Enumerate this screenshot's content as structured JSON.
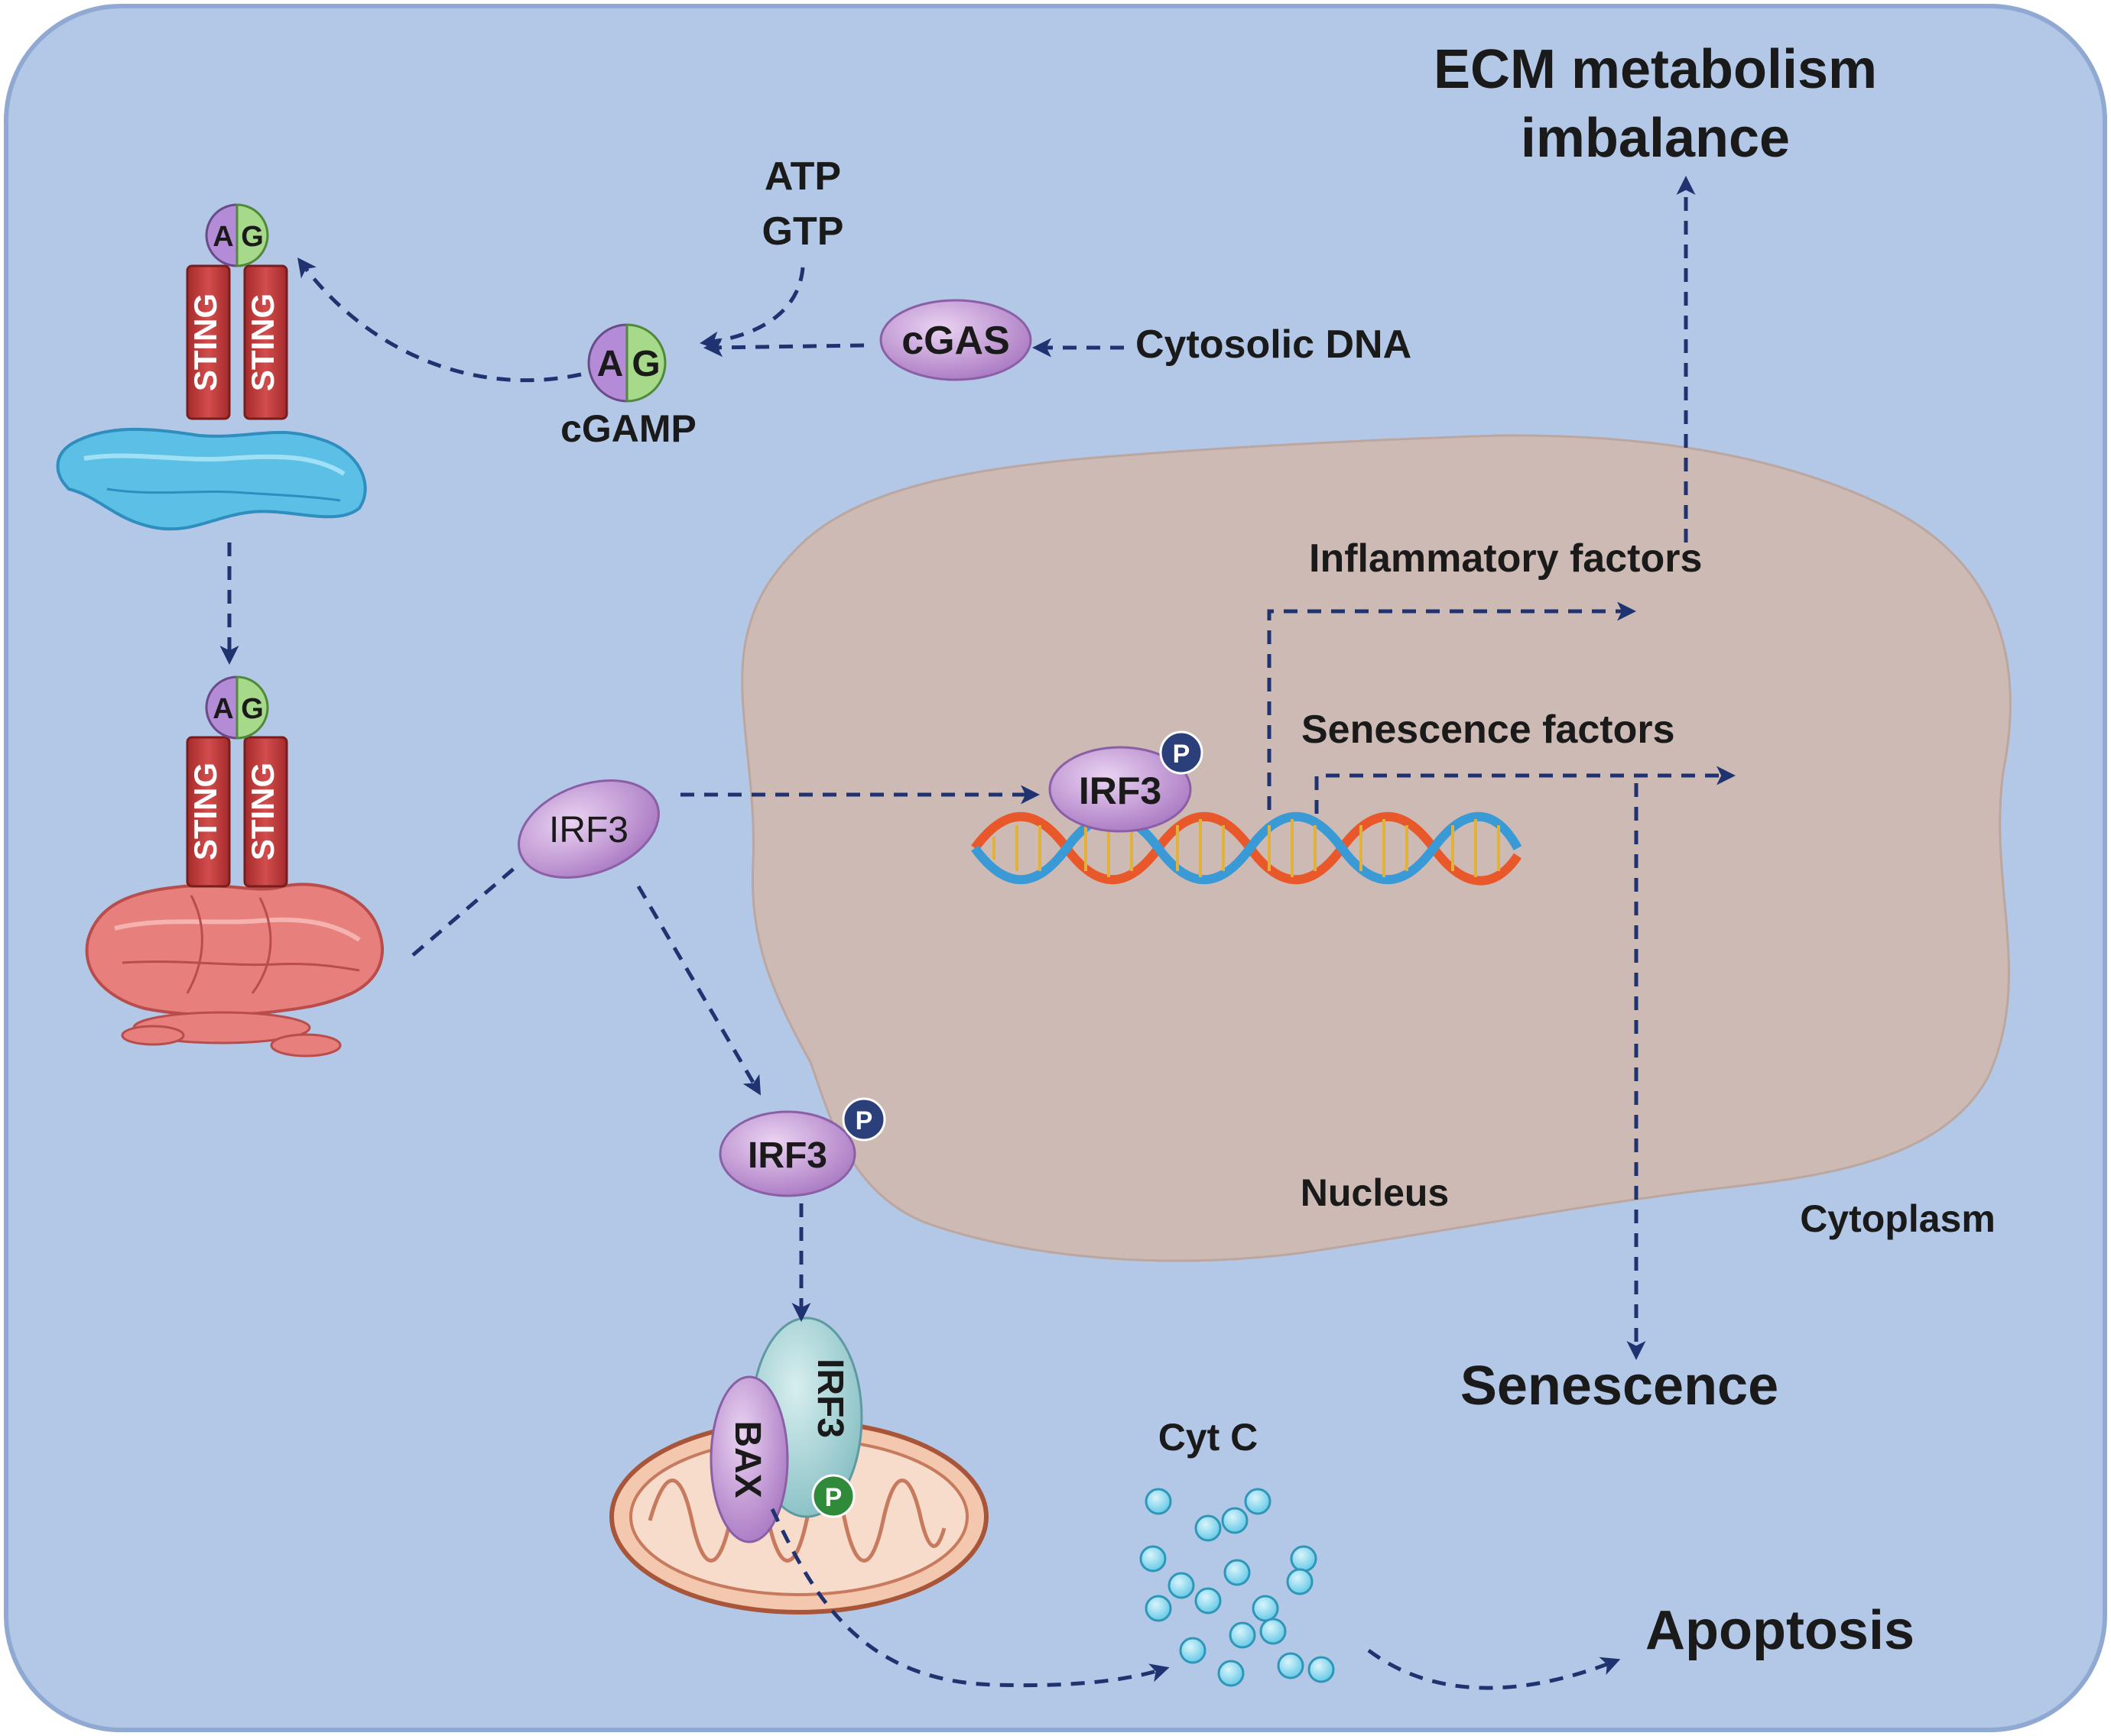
{
  "labels": {
    "ecm_line1": "ECM metabolism",
    "ecm_line2": "imbalance",
    "atp": "ATP",
    "gtp": "GTP",
    "cgas": "cGAS",
    "cytosolic_dna": "Cytosolic DNA",
    "cgamp": "cGAMP",
    "inflammatory": "Inflammatory factors",
    "senescence_factors": "Senescence factors",
    "irf3": "IRF3",
    "p": "P",
    "nucleus": "Nucleus",
    "cytoplasm": "Cytoplasm",
    "senescence": "Senescence",
    "cyt_c": "Cyt C",
    "apoptosis": "Apoptosis",
    "bax": "BAX",
    "sting": "STING",
    "a": "A",
    "g": "G"
  },
  "colors": {
    "background": "#b3c8e6",
    "border": "#8fa9d2",
    "nucleus": "#cdbab4",
    "protein": "#c99ed6",
    "phospho": "#2b3f7a",
    "sting": "#c23a3a",
    "arrow": "#1f3370",
    "cyt_c": "#7fd3ea",
    "mito": "#f3c8ae",
    "golgi": "#e77f7c",
    "er": "#5bbfe6"
  }
}
